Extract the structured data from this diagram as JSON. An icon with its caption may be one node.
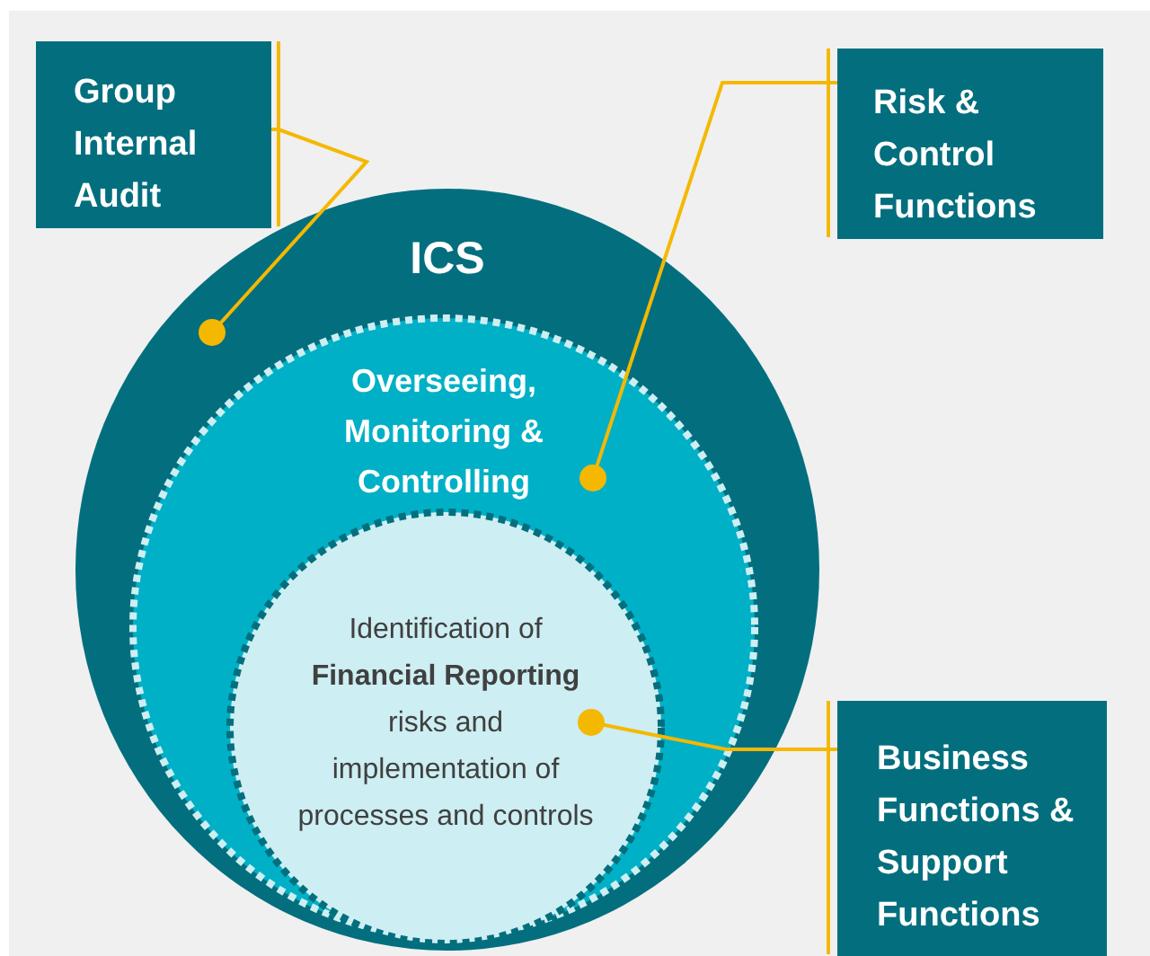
{
  "diagram": {
    "nodes": [
      {
        "text": [
          "Group Internal Audit"
        ]
      },
      {
        "text": [
          "Risk & Control Functions"
        ]
      },
      {
        "text": [
          "ICS"
        ]
      },
      {
        "text": [
          "Overseeing, Monitoring & Controlling"
        ],
        "in": 2
      },
      {
        "text": [
          "Identification of **Financial Reporting** risks and implementation of processes and controls"
        ],
        "in": 3
      },
      {
        "text": [
          "Business Functions & Support Functions"
        ]
      }
    ],
    "edges": [
      {
        "from": 0,
        "to": 2,
        "arrow": "other"
      },
      {
        "from": 1,
        "to": 3,
        "arrow": "other"
      },
      {
        "from": 5,
        "to": 4,
        "arrow": "other"
      }
    ]
  }
}
